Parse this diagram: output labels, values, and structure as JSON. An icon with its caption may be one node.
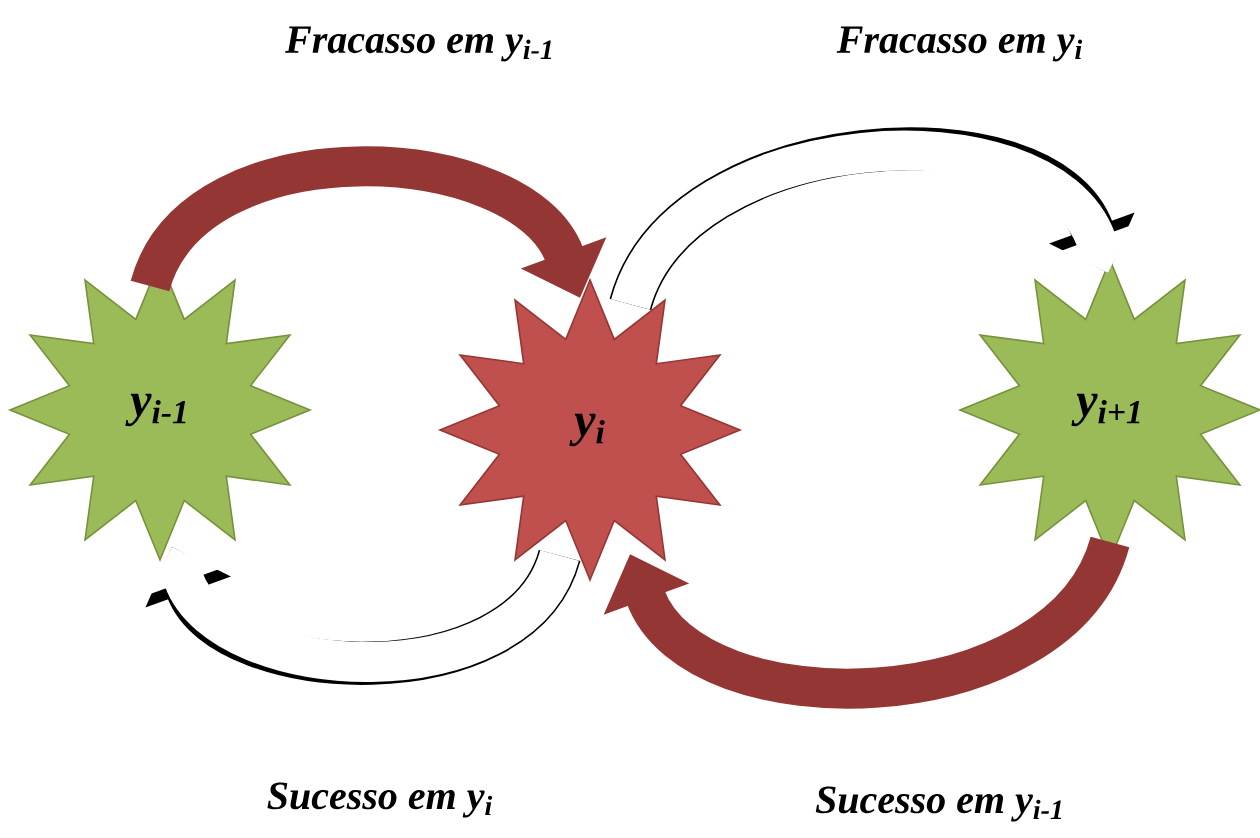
{
  "diagram": {
    "nodes": [
      {
        "text": [
          "y$_{i-1}$"
        ]
      },
      {
        "text": [
          "y$_{i}$"
        ]
      },
      {
        "text": [
          "y$_{i+1}$"
        ]
      }
    ],
    "edges": [
      {
        "from": 0,
        "to": 1,
        "arrow": "to",
        "label": "Fracasso em y$_{i-1}$",
        "color": "#943634"
      },
      {
        "from": 1,
        "to": 2,
        "arrow": "to",
        "label": "Fracasso em y$_{i}$",
        "color": "#ffffff"
      },
      {
        "from": 1,
        "to": 0,
        "arrow": "to",
        "label": "Sucesso em y$_{i}$",
        "color": "#ffffff"
      },
      {
        "from": 2,
        "to": 1,
        "arrow": "to",
        "label": "Sucesso em y$_{i-1}$",
        "color": "#943634"
      }
    ]
  }
}
